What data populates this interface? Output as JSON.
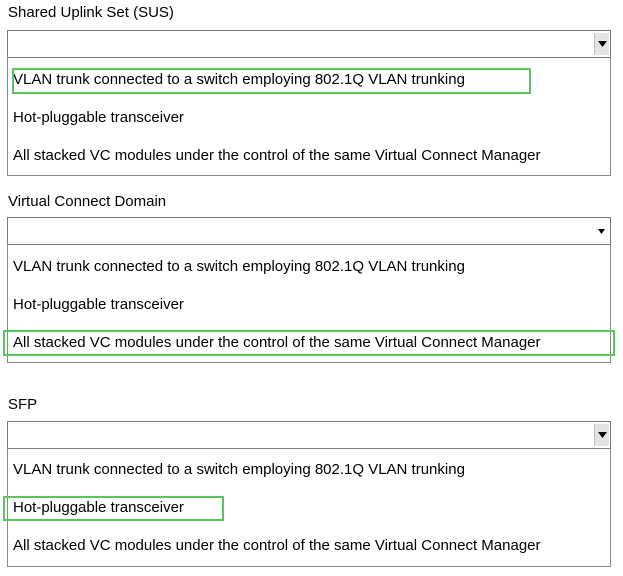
{
  "groups": [
    {
      "label": "Shared Uplink Set (SUS)",
      "selected_value": "",
      "dropdown_icon": "triangle-down-icon",
      "options": [
        "VLAN trunk connected to a switch employing 802.1Q VLAN trunking",
        "Hot-pluggable transceiver",
        "All stacked VC modules under the control of the same Virtual Connect Manager"
      ],
      "highlighted_option_index": 0
    },
    {
      "label": "Virtual Connect Domain",
      "selected_value": "",
      "dropdown_icon": "triangle-down-icon",
      "options": [
        "VLAN trunk connected to a switch employing 802.1Q VLAN trunking",
        "Hot-pluggable transceiver",
        "All stacked VC modules under the control of the same Virtual Connect Manager"
      ],
      "highlighted_option_index": 2
    },
    {
      "label": "SFP",
      "selected_value": "",
      "dropdown_icon": "triangle-down-icon",
      "options": [
        "VLAN trunk connected to a switch employing 802.1Q VLAN trunking",
        "Hot-pluggable transceiver",
        "All stacked VC modules under the control of the same Virtual Connect Manager"
      ],
      "highlighted_option_index": 1
    }
  ],
  "colors": {
    "highlight_border": "#57c85a",
    "box_border": "#7a7a7a",
    "button_background": "#e4e4e4"
  }
}
